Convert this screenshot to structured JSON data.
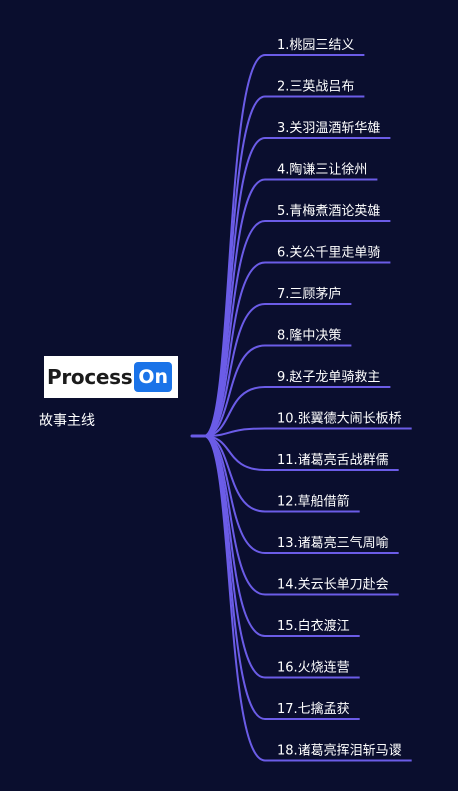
{
  "watermark": {
    "brand": "Process",
    "brand_accent": "On"
  },
  "root": {
    "label": "故事主线"
  },
  "branches": [
    "1.桃园三结义",
    "2.三英战吕布",
    "3.关羽温酒斩华雄",
    "4.陶谦三让徐州",
    "5.青梅煮酒论英雄",
    "6.关公千里走单骑",
    "7.三顾茅庐",
    "8.隆中决策",
    "9.赵子龙单骑救主",
    "10.张翼德大闹长板桥",
    "11.诸葛亮舌战群儒",
    "12.草船借箭",
    "13.诸葛亮三气周喻",
    "14.关云长单刀赴会",
    "15.白衣渡江",
    "16.火烧连营",
    "17.七擒孟获",
    "18.诸葛亮挥泪斩马谡"
  ],
  "colors": {
    "background": "#0a0e2e",
    "line": "#6b5ce7",
    "text": "#ffffff",
    "brand_blue": "#1a73e8"
  }
}
